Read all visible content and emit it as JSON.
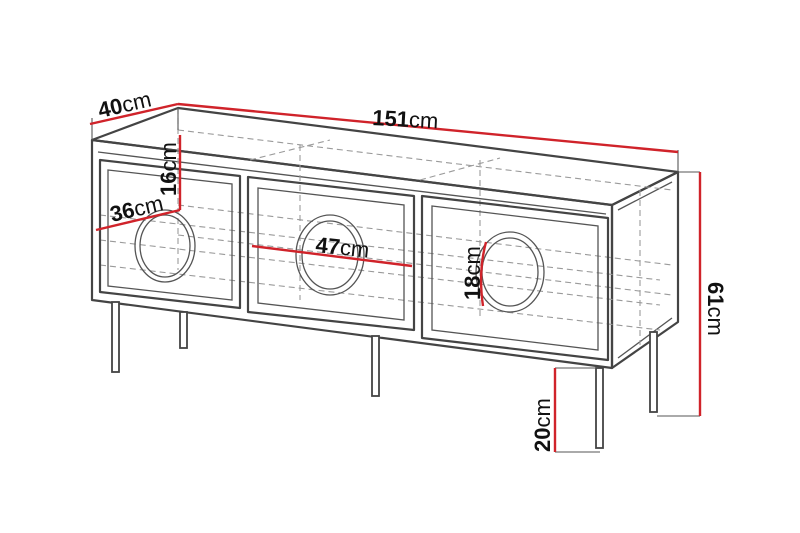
{
  "colors": {
    "dimension_line": "#d0232a",
    "outline": "#444444",
    "hidden_line": "#9a9a9a",
    "background": "#ffffff"
  },
  "product": {
    "type": "sideboard",
    "doors": 3,
    "door_feature": "circular-ring-handle",
    "legs": 6
  },
  "dimensions": {
    "depth": {
      "value": "40",
      "unit": "cm"
    },
    "width": {
      "value": "151",
      "unit": "cm"
    },
    "height": {
      "value": "61",
      "unit": "cm"
    },
    "leg_height": {
      "value": "20",
      "unit": "cm"
    },
    "compartment_height": {
      "value": "16",
      "unit": "cm"
    },
    "compartment_depth": {
      "value": "36",
      "unit": "cm"
    },
    "compartment_width": {
      "value": "47",
      "unit": "cm"
    },
    "handle_diameter": {
      "value": "18",
      "unit": "cm"
    }
  }
}
